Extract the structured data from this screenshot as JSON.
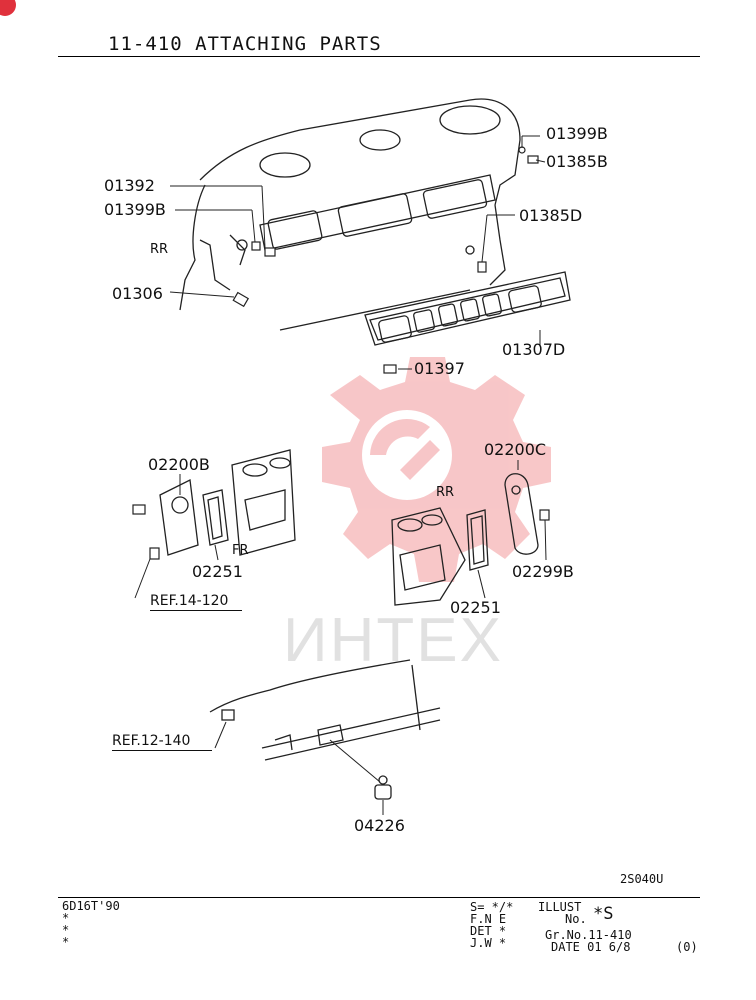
{
  "header": {
    "title": "11-410   ATTACHING PARTS"
  },
  "parts": {
    "p01399B_top": "01399B",
    "p01385B": "01385B",
    "p01392": "01392",
    "p01399B_left": "01399B",
    "p01385D": "01385D",
    "rr_top": "RR",
    "p01306": "01306",
    "p01307D": "01307D",
    "p01397": "01397",
    "p02200B": "02200B",
    "p02200C": "02200C",
    "rr_mid": "RR",
    "fr": "FR",
    "p02251_left": "02251",
    "p02251_right": "02251",
    "p02299B": "02299B",
    "ref14": "REF.14-120",
    "ref12": "REF.12-140",
    "p04226": "04226"
  },
  "watermark": {
    "text": "ИНТЕХ",
    "color": "#f2a3a6"
  },
  "footer": {
    "code": "2S040U",
    "model": "6D16T'90",
    "stars": [
      "*",
      "*",
      "*"
    ],
    "s_line": "S= */*",
    "fne": "F.N E",
    "det": "DET *",
    "jw": "J.W *",
    "illust": "ILLUST",
    "no_label": "No.",
    "no_value": "*S",
    "gr_no": "Gr.No.11-410",
    "date": "DATE 01 6/8",
    "rev": "(0)"
  }
}
